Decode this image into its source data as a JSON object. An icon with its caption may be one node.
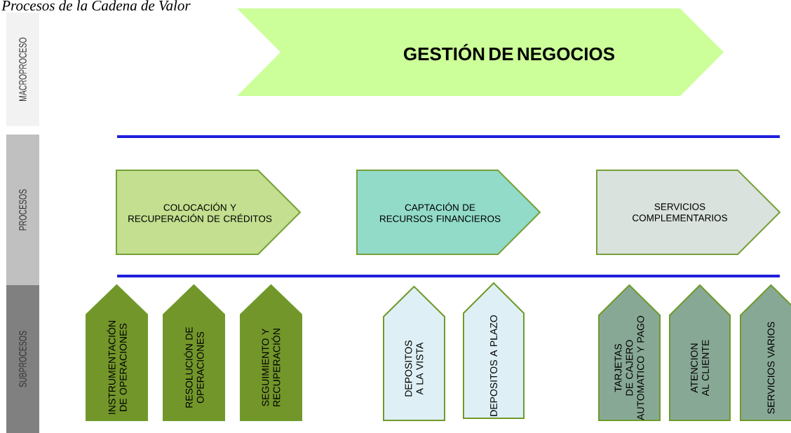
{
  "diagram": {
    "title": "Procesos de la Cadena de Valor",
    "nodes": [
      {
        "text": [
          "MACROPROCESO"
        ]
      },
      {
        "text": [
          "PROCESOS"
        ]
      },
      {
        "text": [
          "SUBPROCESOS"
        ]
      },
      {
        "text": [
          "GESTIÓN DE NEGOCIOS"
        ]
      },
      {
        "text": [
          "COLOCACIÓN Y RECUPERACIÓN DE CRÉDITOS"
        ]
      },
      {
        "text": [
          "CAPTACIÓN DE RECURSOS FINANCIEROS"
        ]
      },
      {
        "text": [
          "SERVICIOS COMPLEMENTARIOS"
        ]
      },
      {
        "text": [
          "INSTRUMENTACIÓN DE OPERACIONES"
        ]
      },
      {
        "text": [
          "RESOLUCIÓN DE OPERACIONES"
        ]
      },
      {
        "text": [
          "SEGUIMIENTO Y RECUPERACIÓN"
        ]
      },
      {
        "text": [
          "DEPOSITOS A LA VISTA"
        ]
      },
      {
        "text": [
          "DEPOSITOS A PLAZO"
        ]
      },
      {
        "text": [
          "TARJETAS DE CAJERO AUTOMATICO Y PAGO"
        ]
      },
      {
        "text": [
          "ATENCION AL CLIENTE"
        ]
      },
      {
        "text": [
          "SERVICIOS VARIOS"
        ]
      }
    ],
    "edges": []
  }
}
